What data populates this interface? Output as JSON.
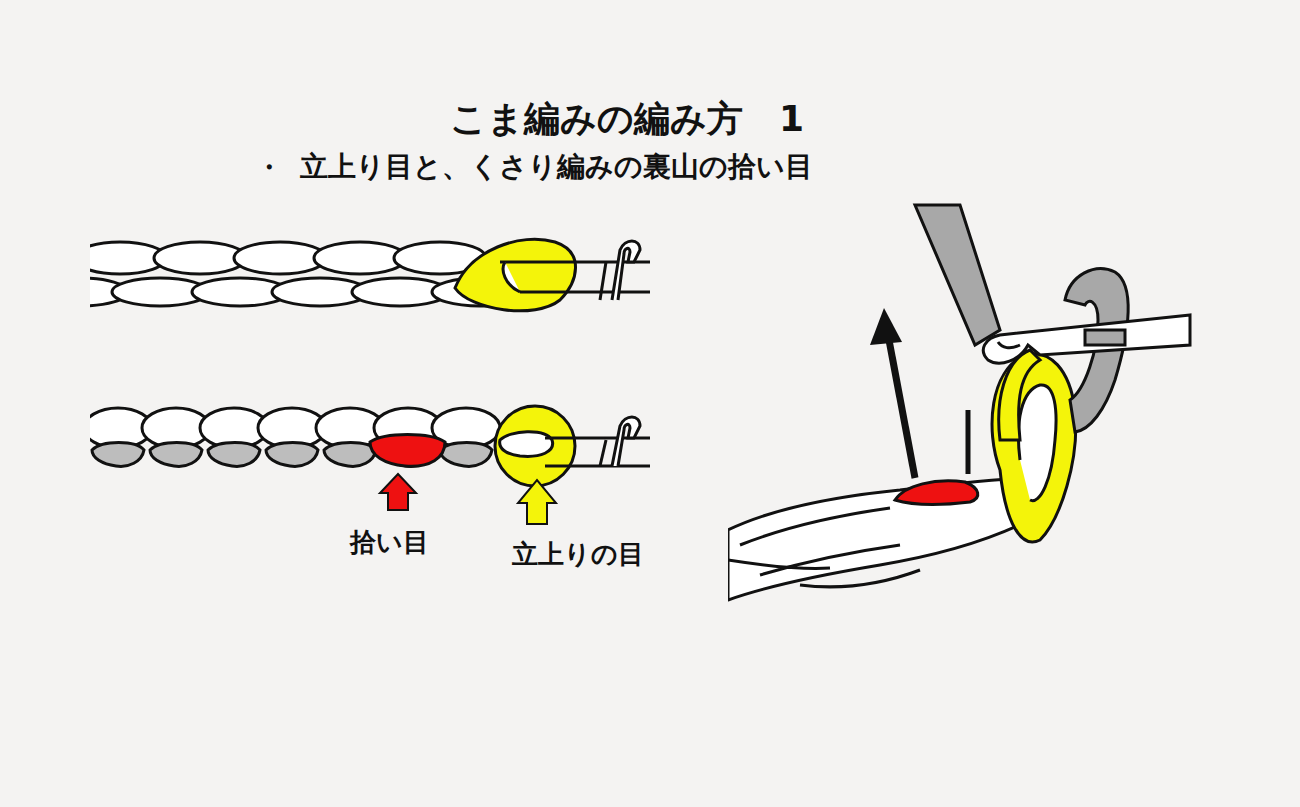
{
  "diagram": {
    "title": "こま編みの編み方　1",
    "labels": [
      "・",
      "立上り目と、くさり編みの裏山の拾い目",
      "拾い目",
      "立上りの目"
    ]
  }
}
